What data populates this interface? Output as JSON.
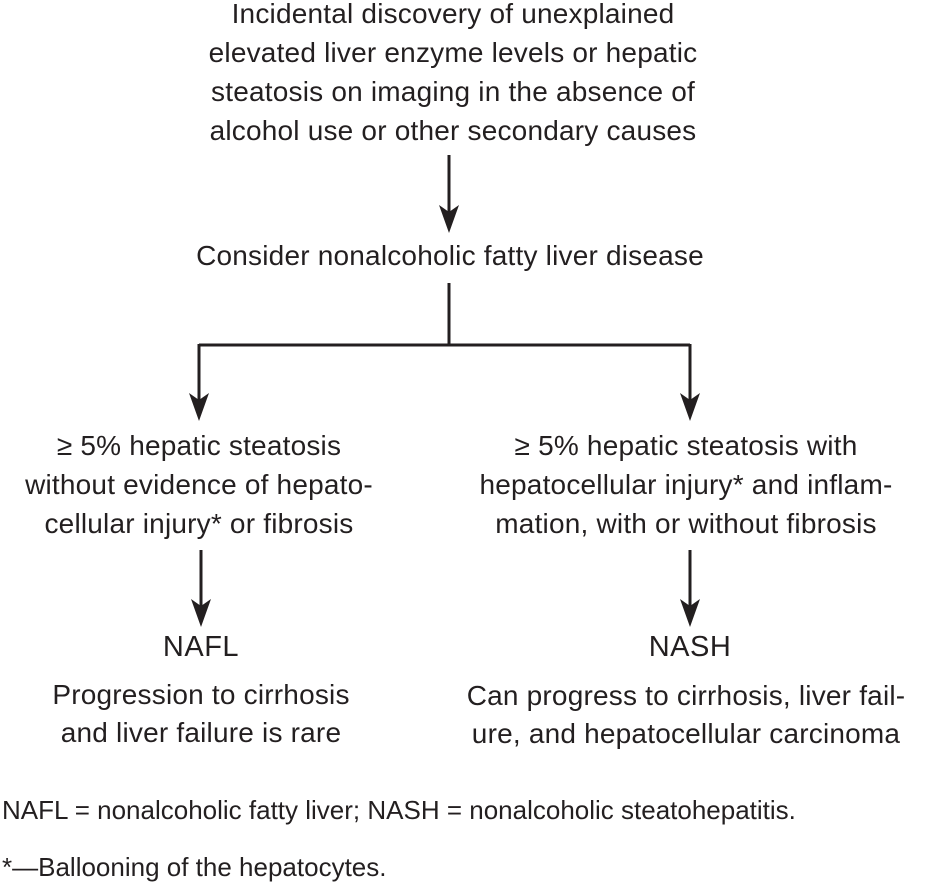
{
  "flowchart": {
    "start": {
      "lines": [
        "Incidental discovery of unexplained",
        "elevated liver enzyme levels or hepatic",
        "steatosis on imaging in the absence of",
        "alcohol use or other secondary causes"
      ]
    },
    "consider": {
      "label": "Consider nonalcoholic fatty liver disease"
    },
    "left_criteria": {
      "lines": [
        "≥ 5% hepatic steatosis",
        "without evidence of hepato-",
        "cellular injury* or fibrosis"
      ]
    },
    "right_criteria": {
      "lines": [
        "≥ 5% hepatic steatosis with",
        "hepatocellular injury* and inflam-",
        "mation, with or without fibrosis"
      ]
    },
    "left_outcome": {
      "label": "NAFL",
      "lines": [
        "Progression to cirrhosis",
        "and liver failure is rare"
      ]
    },
    "right_outcome": {
      "label": "NASH",
      "lines": [
        "Can progress to cirrhosis, liver fail-",
        "ure, and hepatocellular carcinoma"
      ]
    }
  },
  "footnotes": {
    "abbreviations": "NAFL = nonalcoholic fatty liver; NASH = nonalcoholic steatohepatitis.",
    "asterisk": "*—Ballooning of the hepatocytes."
  },
  "colors": {
    "text": "#231f20",
    "line": "#231f20",
    "background": "#ffffff"
  }
}
